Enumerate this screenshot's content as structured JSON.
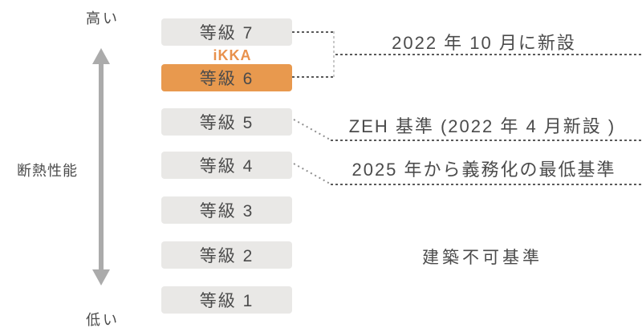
{
  "axis": {
    "high_label": "高い",
    "low_label": "低い",
    "axis_label": "断熱性能"
  },
  "brand_label": "iKKA",
  "grades": [
    {
      "label": "等級 7",
      "highlight": false
    },
    {
      "label": "等級 6",
      "highlight": true
    },
    {
      "label": "等級 5",
      "highlight": false
    },
    {
      "label": "等級 4",
      "highlight": false
    },
    {
      "label": "等級 3",
      "highlight": false
    },
    {
      "label": "等級 2",
      "highlight": false
    },
    {
      "label": "等級 1",
      "highlight": false
    }
  ],
  "annotations": {
    "new_grades": "2022 年 10 月に新設",
    "zeh": "ZEH 基準 (2022 年 4 月新設 )",
    "mandatory": "2025 年から義務化の最低基準",
    "not_allowed": "建築不可基準"
  },
  "colors": {
    "highlight_orange": "#E8994E",
    "brand_orange": "#E8914C",
    "box_gray": "#E9E8E6",
    "text_dark": "#4B4B4B",
    "arrow_gray": "#ABABAB",
    "dash_dark": "#5A5A5A",
    "dash_light": "#C9C9C9",
    "dot_gray": "#8F8F8F",
    "background": "#FFFFFF"
  }
}
